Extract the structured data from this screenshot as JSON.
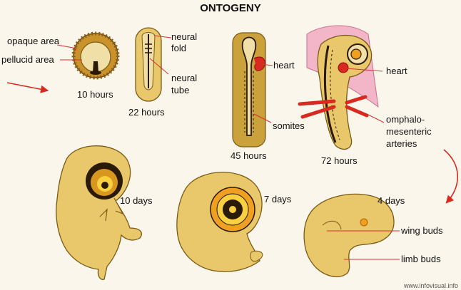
{
  "title": "ONTOGENY",
  "labels": {
    "opaque_area": "opaque area",
    "pellucid_area": "pellucid area",
    "neural_fold_1": "neural",
    "neural_fold_2": "fold",
    "neural_tube_1": "neural",
    "neural_tube_2": "tube",
    "heart_45": "heart",
    "somites": "somites",
    "heart_72": "heart",
    "omphalo_1": "omphalo-",
    "omphalo_2": "mesenteric",
    "omphalo_3": "arteries",
    "wing_buds": "wing buds",
    "limb_buds": "limb buds"
  },
  "stages": {
    "h10": "10 hours",
    "h22": "22 hours",
    "h45": "45 hours",
    "h72": "72 hours",
    "d4": "4 days",
    "d7": "7 days",
    "d10": "10 days"
  },
  "credit": "www.infovisual.info",
  "colors": {
    "embryo": "#e8c86a",
    "outline": "#7a5a14",
    "leader": "#d83030",
    "heart": "#d82a20",
    "amnion": "#f2b6c8",
    "eye": "#f0a020"
  }
}
